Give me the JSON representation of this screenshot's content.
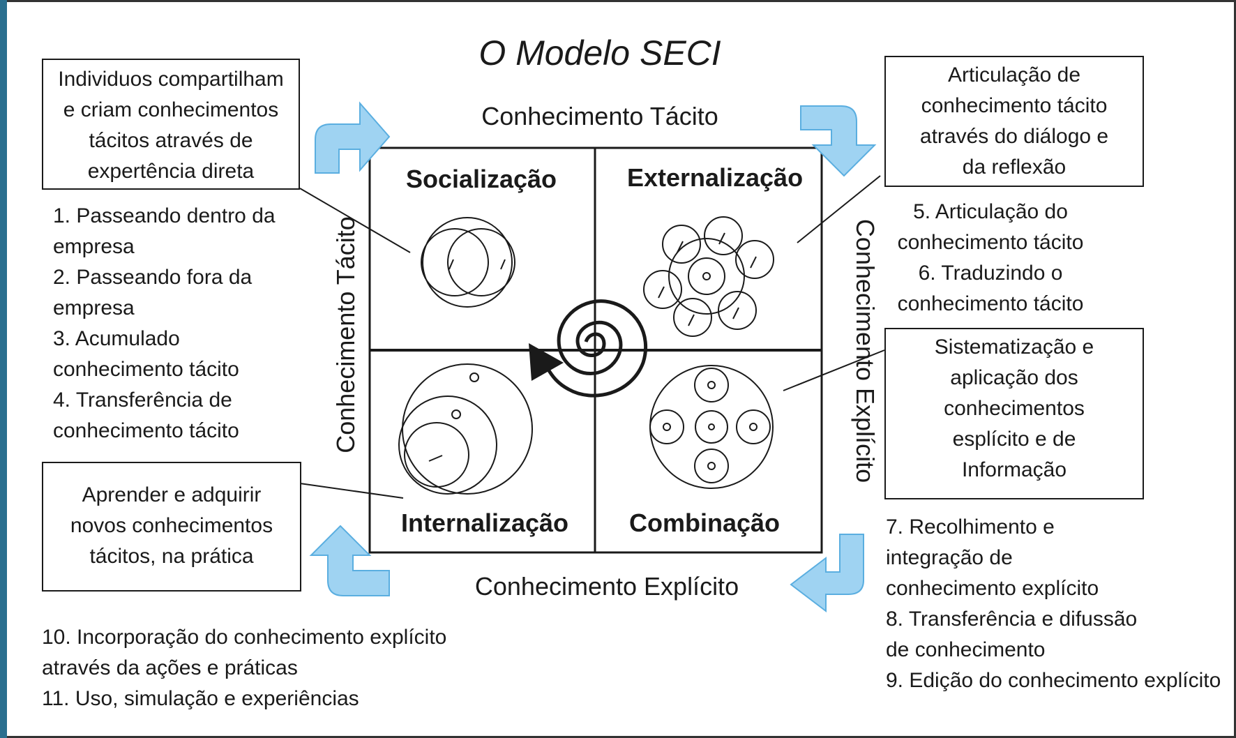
{
  "title": "O Modelo SECI",
  "axes": {
    "top": "Conhecimento Tácito",
    "bottom": "Conhecimento Explícito",
    "left": "Conhecimento Tácito",
    "right": "Conhecimento Explícito"
  },
  "quadrants": {
    "top_left": "Socialização",
    "top_right": "Externalização",
    "bottom_left": "Internalização",
    "bottom_right": "Combinação"
  },
  "boxes": {
    "socialization": [
      "Individuos compartilham",
      "e criam conhecimentos",
      "tácitos através de",
      "expertência direta"
    ],
    "externalization": [
      "Articulação de",
      "conhecimento tácito",
      "através do diálogo e",
      "da reflexão"
    ],
    "combination": [
      "Sistematização e",
      "aplicação dos",
      "conhecimentos",
      "esplícito e de",
      "Informação"
    ],
    "internalization": [
      "Aprender e adquirir",
      "novos conhecimentos",
      "tácitos, na prática"
    ]
  },
  "lists": {
    "socialization": [
      "1. Passeando dentro da",
      "empresa",
      "2. Passeando fora da",
      "empresa",
      "3. Acumulado",
      "conhecimento tácito",
      "4. Transferência de",
      "conhecimento tácito"
    ],
    "externalization": [
      "5. Articulação do",
      "conhecimento tácito",
      "6. Traduzindo o",
      "conhecimento tácito"
    ],
    "combination": [
      "7. Recolhimento e",
      "integração de",
      "conhecimento explícito",
      "8. Transferência e difussão",
      "de conhecimento",
      "9. Edição do conhecimento explícito"
    ],
    "internalization": [
      "10. Incorporação do conhecimento explícito",
      "através da ações e práticas",
      "11. Uso, simulação e experiências"
    ]
  },
  "colors": {
    "arrow": "#9fd3f2",
    "arrow_edge": "#5aaee0",
    "ink": "#1a1a1a",
    "left_border": "#2a6f8f"
  }
}
